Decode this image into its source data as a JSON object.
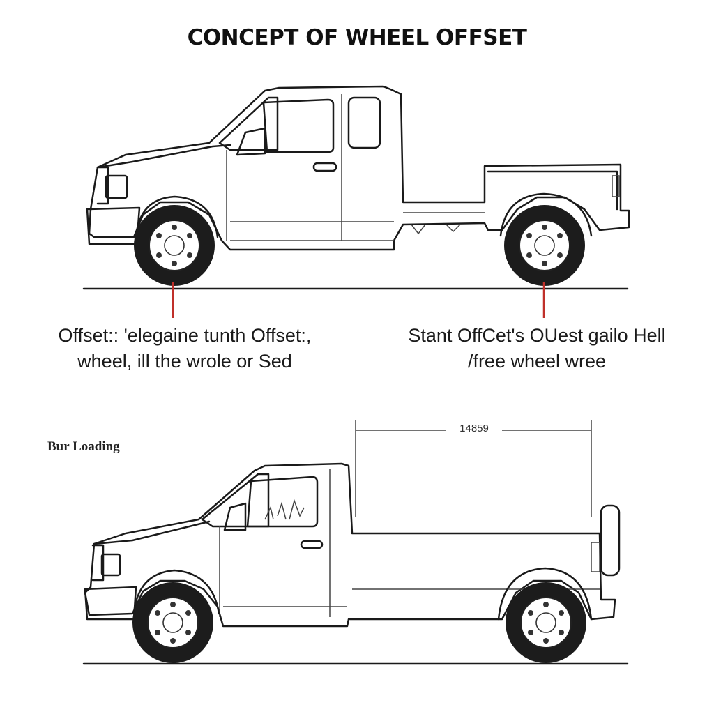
{
  "title": "CONCEPT OF WHEEL OFFSET",
  "captions": {
    "left_line1": "Offset:: 'elegaine tunth Offset:,",
    "left_line2": "wheel,  ill the wrole or Sed",
    "right_line1": "Stant OffCet's OUest gailo Hell",
    "right_line2": "/free wheel wree"
  },
  "side_label": "Bur Loading",
  "dimension_label": "14859",
  "colors": {
    "line": "#1a1a1a",
    "marker": "#c0302a",
    "background": "#ffffff"
  }
}
